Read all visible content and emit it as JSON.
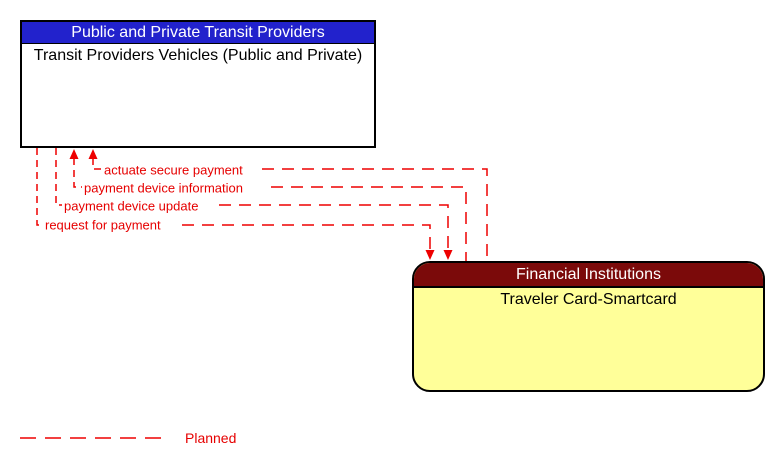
{
  "boxes": {
    "transit": {
      "header": "Public and Private Transit Providers",
      "name": "Transit Providers Vehicles (Public and Private)",
      "header_bg": "#2222CC",
      "header_text_color": "#FFFFFF",
      "body_bg": "#FFFFFF"
    },
    "financial": {
      "header": "Financial Institutions",
      "name": "Traveler Card-Smartcard",
      "header_bg": "#7B0A0A",
      "header_text_color": "#FFFFFF",
      "body_bg": "#FFFF99"
    }
  },
  "flows": [
    {
      "label": "actuate secure payment",
      "from": "Traveler Card-Smartcard",
      "to": "Transit Providers Vehicles (Public and Private)",
      "status": "Planned"
    },
    {
      "label": "payment device information",
      "from": "Traveler Card-Smartcard",
      "to": "Transit Providers Vehicles (Public and Private)",
      "status": "Planned"
    },
    {
      "label": "payment device update",
      "from": "Transit Providers Vehicles (Public and Private)",
      "to": "Traveler Card-Smartcard",
      "status": "Planned"
    },
    {
      "label": "request for payment",
      "from": "Transit Providers Vehicles (Public and Private)",
      "to": "Traveler Card-Smartcard",
      "status": "Planned"
    }
  ],
  "legend": {
    "label": "Planned",
    "line_style": "dashed",
    "color": "#EE0000"
  }
}
